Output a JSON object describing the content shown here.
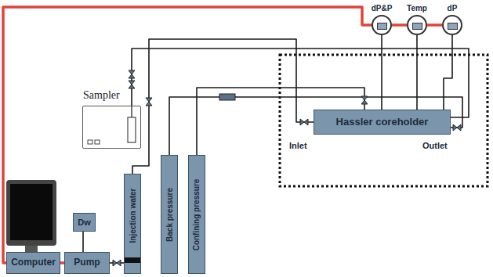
{
  "diagram": {
    "nodes": [
      {
        "text": [
          "Computer"
        ]
      },
      {
        "text": [
          "Pump"
        ]
      },
      {
        "text": [
          "Dw"
        ]
      },
      {
        "text": [
          "Injection water"
        ]
      },
      {
        "text": [
          "Back pressure"
        ]
      },
      {
        "text": [
          "Confining pressure"
        ]
      },
      {
        "text": [
          "Sampler"
        ]
      },
      {
        "text": [
          "dP&P"
        ]
      },
      {
        "text": [
          "Temp"
        ]
      },
      {
        "text": [
          "dP"
        ]
      },
      {
        "text": [
          "Hassler coreholder"
        ]
      }
    ],
    "edges": [
      {
        "from": 0,
        "to": 1,
        "arrow": "none"
      },
      {
        "from": 0,
        "to": 7,
        "arrow": "none"
      },
      {
        "from": 7,
        "to": 8,
        "arrow": "none"
      },
      {
        "from": 8,
        "to": 9,
        "arrow": "none"
      },
      {
        "from": 2,
        "to": 1,
        "arrow": "none"
      },
      {
        "from": 1,
        "to": 3,
        "arrow": "none"
      },
      {
        "from": 3,
        "to": 10,
        "arrow": "none"
      },
      {
        "from": 6,
        "to": 10,
        "arrow": "none"
      },
      {
        "from": 4,
        "to": 10,
        "arrow": "none"
      },
      {
        "from": 5,
        "to": 10,
        "arrow": "none"
      },
      {
        "from": 7,
        "to": 10,
        "arrow": "none"
      },
      {
        "from": 8,
        "to": 10,
        "arrow": "none"
      },
      {
        "from": 9,
        "to": 10,
        "arrow": "none"
      }
    ],
    "labels": [
      "Inlet",
      "Outlet"
    ]
  }
}
